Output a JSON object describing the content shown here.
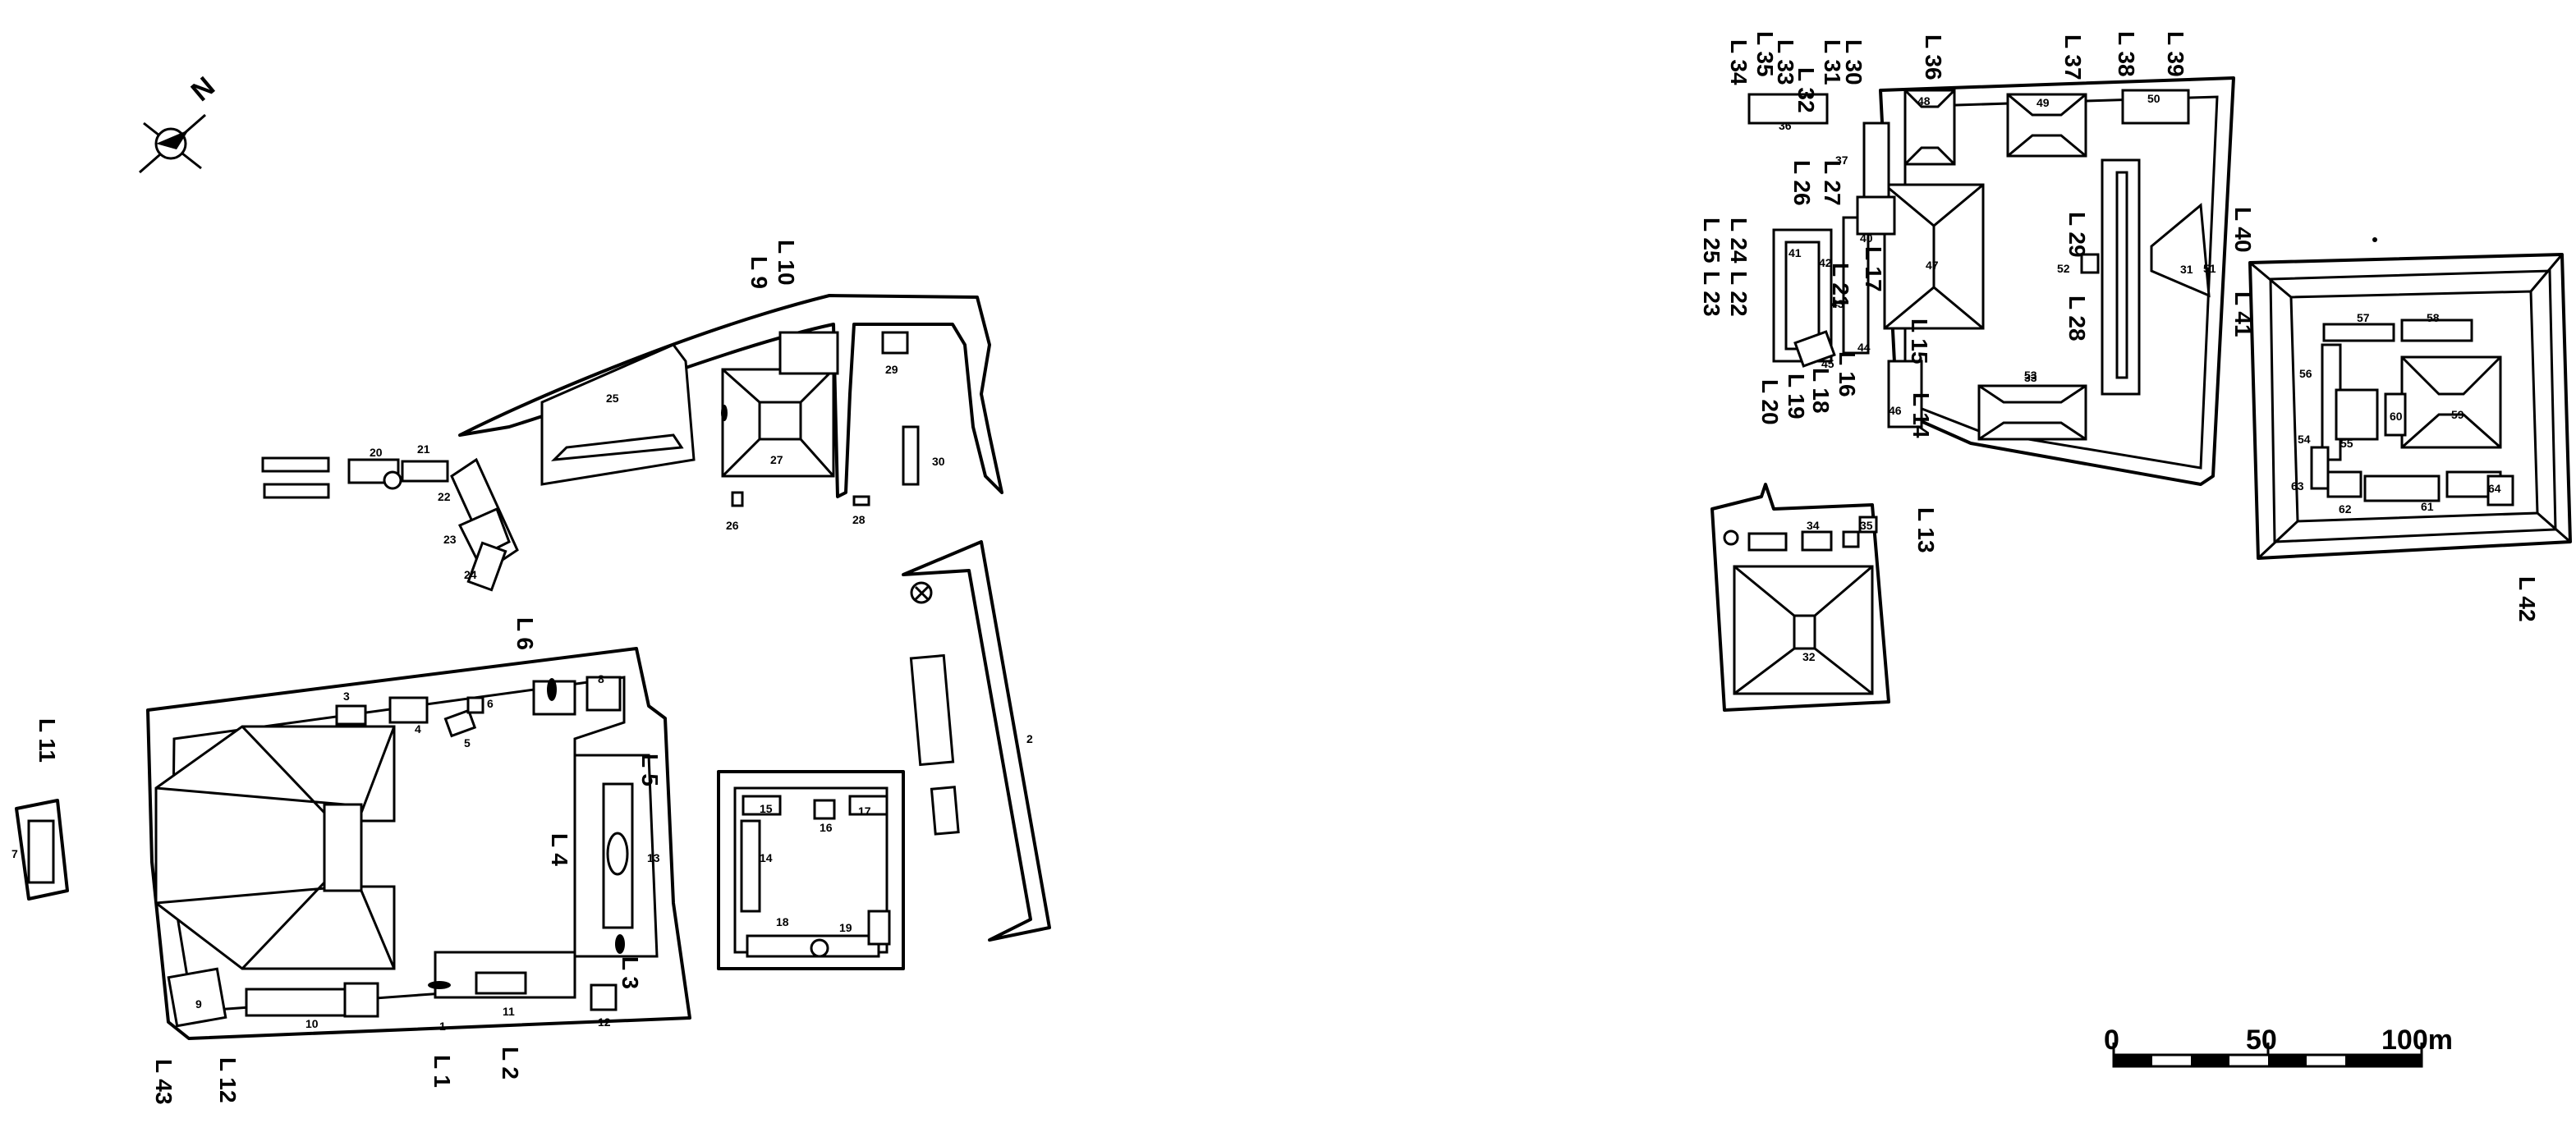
{
  "map": {
    "north_arrow": {
      "label": "N",
      "icon": "north-arrow-icon"
    },
    "scale_bar": {
      "ticks": [
        "0",
        "50",
        "100m"
      ]
    },
    "line_labels_west": [
      "L 1",
      "L 2",
      "L 3",
      "L 4",
      "L 5",
      "L 6",
      "L 9",
      "L 10",
      "L 11",
      "L 12",
      "L 43"
    ],
    "line_labels_east": [
      "L 13",
      "L 14",
      "L 15",
      "L 16",
      "L 17",
      "L 18",
      "L 19",
      "L 20",
      "L 21",
      "L 22",
      "L 23",
      "L 24",
      "L 25",
      "L 26",
      "L 27",
      "L 28",
      "L 29",
      "L 30",
      "L 31",
      "L 32",
      "L 33",
      "L 34",
      "L 35",
      "L 36",
      "L 37",
      "L 38",
      "L 39",
      "L 40",
      "L 41",
      "L 42"
    ],
    "structure_numbers_west": [
      "1",
      "2",
      "3",
      "4",
      "5",
      "6",
      "7",
      "8",
      "9",
      "10",
      "11",
      "12",
      "13",
      "14",
      "15",
      "16",
      "17",
      "18",
      "19",
      "20",
      "21",
      "22",
      "23",
      "24",
      "25",
      "26",
      "27",
      "28",
      "29",
      "30"
    ],
    "structure_numbers_east": [
      "31",
      "32",
      "33",
      "34",
      "35",
      "36",
      "37",
      "40",
      "41",
      "42",
      "43",
      "44",
      "45",
      "46",
      "47",
      "48",
      "49",
      "50",
      "51",
      "52",
      "53",
      "54",
      "55",
      "56",
      "57",
      "58",
      "59",
      "60",
      "61",
      "62",
      "63",
      "64"
    ]
  }
}
